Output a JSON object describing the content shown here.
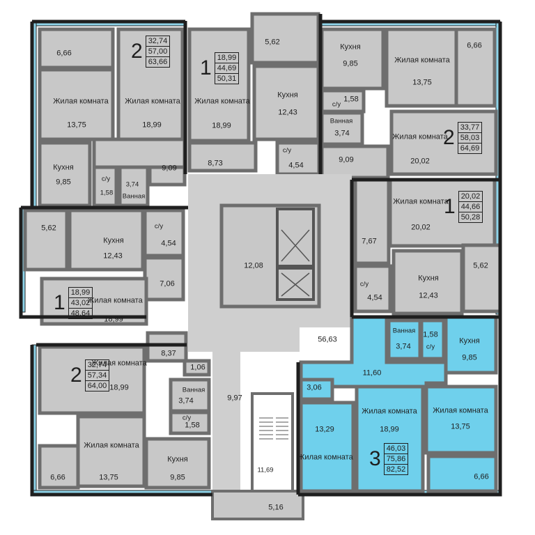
{
  "plan": {
    "colors": {
      "room": "#c8c8c8",
      "wall": "#1f1f1f",
      "inner_wall": "#6e6e6e",
      "highlight": "#6fd0ec",
      "window": "#8fd4ea",
      "hall": "#cfcfcf",
      "stair": "#ffffff"
    },
    "common": {
      "hall_area": "56,63",
      "lift_hall_area": "12,08",
      "corridor_area": "9,97",
      "stair_area": "11,69",
      "entrance_area": "5,16"
    },
    "top_left_apartment": {
      "balcony_area": "6,66",
      "living_label": "Жилая комната",
      "living_area": "13,75",
      "living2_label": "Жилая комната",
      "living2_area": "18,99",
      "kitchen_label": "Кухня",
      "kitchen_area": "9,85",
      "wc_label": "с/у",
      "wc_area": "1,58",
      "bath_area": "3,74",
      "bath_label": "Ванная",
      "hall_area": "9,09",
      "badge": {
        "rooms": "2",
        "living": "32,74",
        "total": "57,00",
        "full": "63,66"
      }
    },
    "top_middle_apartment": {
      "badge": {
        "rooms": "1",
        "living": "18,99",
        "total": "44,69",
        "full": "50,31"
      },
      "living_label": "Жилая комната",
      "living_area": "18,99",
      "balcony_area": "5,62",
      "kitchen_label": "Кухня",
      "kitchen_area": "12,43",
      "hall_area": "8,73",
      "wc_label": "с/у",
      "wc_area": "4,54"
    },
    "top_right_apartment": {
      "kitchen_label": "Кухня",
      "kitchen_area": "9,85",
      "living_label": "Жилая комната",
      "living_area": "13,75",
      "balcony_area": "6,66",
      "wc_label": "с/у",
      "wc_area": "1,58",
      "bath_label": "Ванная",
      "bath_area": "3,74",
      "hall_area": "9,09",
      "living2_label": "Жилая комната",
      "living2_area": "20,02",
      "badge": {
        "rooms": "2",
        "living": "33,77",
        "total": "58,03",
        "full": "64,69"
      }
    },
    "mid_right_apartment": {
      "living_label": "Жилая комната",
      "living_area": "20,02",
      "badge": {
        "rooms": "1",
        "living": "20,02",
        "total": "44,66",
        "full": "50,28"
      },
      "hall_area": "7,67",
      "wc_label": "с/у",
      "wc_area": "4,54",
      "kitchen_label": "Кухня",
      "kitchen_area": "12,43",
      "balcony_area": "5,62"
    },
    "mid_left_apartment": {
      "balcony_area": "5,62",
      "kitchen_label": "Кухня",
      "kitchen_area": "12,43",
      "wc_label": "с/у",
      "wc_area": "4,54",
      "hall_area": "7,06",
      "living_label": "Жилая комната",
      "living_area": "18,99",
      "badge": {
        "rooms": "1",
        "living": "18,99",
        "total": "43,02",
        "full": "48,64"
      }
    },
    "bottom_left_apartment": {
      "badge": {
        "rooms": "2",
        "living": "32,74",
        "total": "57,34",
        "full": "64,00"
      },
      "living_label": "Жилая комната",
      "living_area": "18,99",
      "hall_area": "8,37",
      "closet_area": "1,06",
      "bath_label": "Ванная",
      "bath_area": "3,74",
      "wc_label": "с/у",
      "wc_area": "1,58",
      "living2_label": "Жилая комната",
      "living2_area": "13,75",
      "kitchen_label": "Кухня",
      "kitchen_area": "9,85",
      "balcony_area": "6,66"
    },
    "highlighted_apartment": {
      "bath_label": "Ванная",
      "bath_area": "3,74",
      "wc_label": "с/у",
      "wc_area": "1,58",
      "kitchen_label": "Кухня",
      "kitchen_area": "9,85",
      "hall_area": "11,60",
      "closet_area": "3,06",
      "living_label": "Жилая комната",
      "living_area": "18,99",
      "living2_label": "Жилая комната",
      "living2_area": "13,75",
      "living3_label": "Жилая комната",
      "living3_area": "13,29",
      "balcony_area": "6,66",
      "badge": {
        "rooms": "3",
        "living": "46,03",
        "total": "75,86",
        "full": "82,52"
      }
    }
  }
}
